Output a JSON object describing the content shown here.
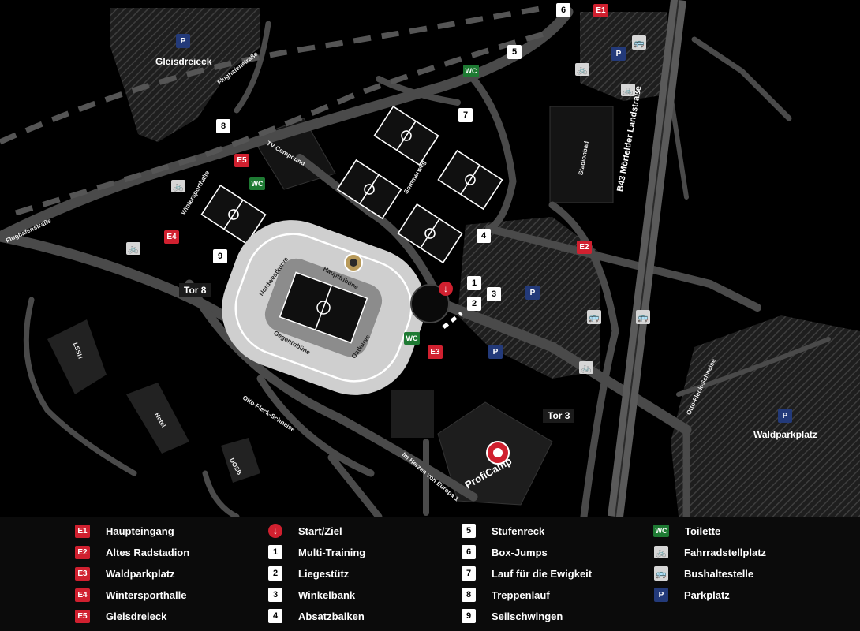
{
  "map": {
    "places": {
      "gleisdreieck": "Gleisdreieck",
      "waldparkplatz": "Waldparkplatz",
      "tor8": "Tor 8",
      "tor3": "Tor 3",
      "lssh": "LSSH",
      "hotel": "Hotel",
      "dosb": "DOSB",
      "profi_camp": "ProfiCamp",
      "tv_compound": "TV-Compound",
      "stadionbad": "Stadionbad",
      "wintersporthalle": "Wintersporthalle",
      "sommerweg": "Sommerweg"
    },
    "streets": {
      "flughafenstrasse_top": "Flughafenstraße",
      "flughafenstrasse_left": "Flughafenstraße",
      "b43": "B43 Mörfelder Landstraße",
      "otto_fleck_left": "Otto-Fleck-Schneise",
      "otto_fleck_right": "Otto-Fleck-Schneise",
      "im_herzen": "Im Herzen von Europa 1"
    },
    "stands": {
      "nordwestkurve": "Nordwestkurve",
      "haupttribuene": "Haupttribüne",
      "gegentribuene": "Gegentribüne",
      "ostkurve": "Ostkurve"
    },
    "markers": {
      "n1": "1",
      "n2": "2",
      "n3": "3",
      "n4": "4",
      "n5": "5",
      "n6": "6",
      "n7": "7",
      "n8": "8",
      "n9": "9",
      "e1": "E1",
      "e2": "E2",
      "e3": "E3",
      "e4": "E4",
      "e5": "E5",
      "wc": "WC",
      "park": "P"
    }
  },
  "legend": {
    "col1": [
      {
        "code": "E1",
        "label": "Haupteingang"
      },
      {
        "code": "E2",
        "label": "Altes Radstadion"
      },
      {
        "code": "E3",
        "label": "Waldparkplatz"
      },
      {
        "code": "E4",
        "label": "Wintersporthalle"
      },
      {
        "code": "E5",
        "label": "Gleisdreieck"
      }
    ],
    "col2": [
      {
        "code": "start",
        "label": "Start/Ziel"
      },
      {
        "code": "1",
        "label": "Multi-Training"
      },
      {
        "code": "2",
        "label": "Liegestütz"
      },
      {
        "code": "3",
        "label": "Winkelbank"
      },
      {
        "code": "4",
        "label": "Absatzbalken"
      }
    ],
    "col3": [
      {
        "code": "5",
        "label": "Stufenreck"
      },
      {
        "code": "6",
        "label": "Box-Jumps"
      },
      {
        "code": "7",
        "label": "Lauf für die Ewigkeit"
      },
      {
        "code": "8",
        "label": "Treppenlauf"
      },
      {
        "code": "9",
        "label": "Seilschwingen"
      }
    ],
    "col4": [
      {
        "code": "WC",
        "label": "Toilette"
      },
      {
        "code": "bike",
        "label": "Fahrradstellplatz"
      },
      {
        "code": "bus",
        "label": "Bushaltestelle"
      },
      {
        "code": "P",
        "label": "Parkplatz"
      }
    ]
  },
  "icons": {
    "start": "arrow-down-circle-icon",
    "bike": "bicycle-icon",
    "bus": "bus-icon",
    "crest": "eagle-crest-icon"
  },
  "colors": {
    "entrance": "#d0202f",
    "wc": "#1e7a33",
    "parking": "#233a7a",
    "road": "#4a4a4a",
    "stadium": "#cfcfcf"
  }
}
